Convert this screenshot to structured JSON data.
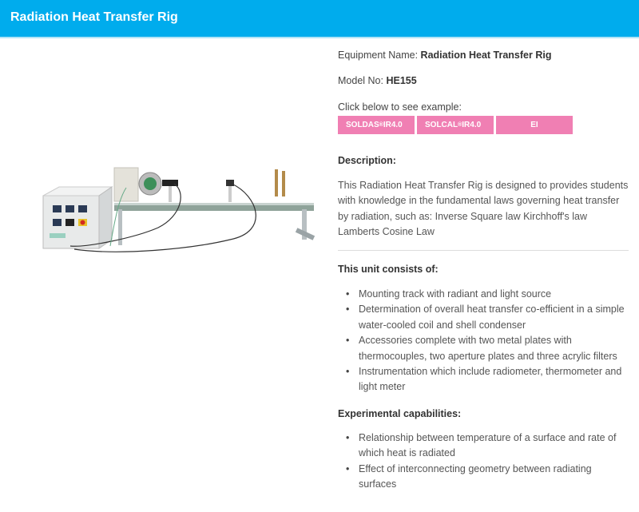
{
  "header": {
    "title": "Radiation Heat Transfer Rig",
    "background": "#00aced"
  },
  "product": {
    "equipment_name_label": "Equipment Name:",
    "equipment_name": "Radiation Heat Transfer Rig",
    "model_label": "Model No:",
    "model": "HE155",
    "example_prompt": "Click below to see example:",
    "buttons": [
      {
        "label": "SOLDAS",
        "sup": "®",
        "suffix": " IR4.0"
      },
      {
        "label": "SOLCAL",
        "sup": "®",
        "suffix": " IR4.0"
      },
      {
        "label": "EI"
      }
    ],
    "button_color": "#f07fb3"
  },
  "description": {
    "title": "Description:",
    "text": "This Radiation Heat Transfer Rig is designed to provides students with knowledge in the fundamental laws governing heat transfer by radiation, such as:    Inverse Square law Kirchhoff's law  Lamberts Cosine Law"
  },
  "consists": {
    "title": "This unit consists of:",
    "items": [
      "Mounting track with radiant and light source",
      "Determination of overall heat transfer co-efficient in a simple water-cooled coil and shell condenser",
      "Accessories complete with two metal plates with thermocouples, two aperture plates and three acrylic filters",
      "Instrumentation which include radiometer, thermometer and light meter"
    ]
  },
  "capabilities": {
    "title": "Experimental capabilities:",
    "items": [
      "Relationship between temperature of a surface and rate of which heat is radiated",
      "Effect of interconnecting geometry between radiating surfaces"
    ]
  },
  "image": {
    "alt": "Radiation Heat Transfer Rig equipment photo"
  }
}
